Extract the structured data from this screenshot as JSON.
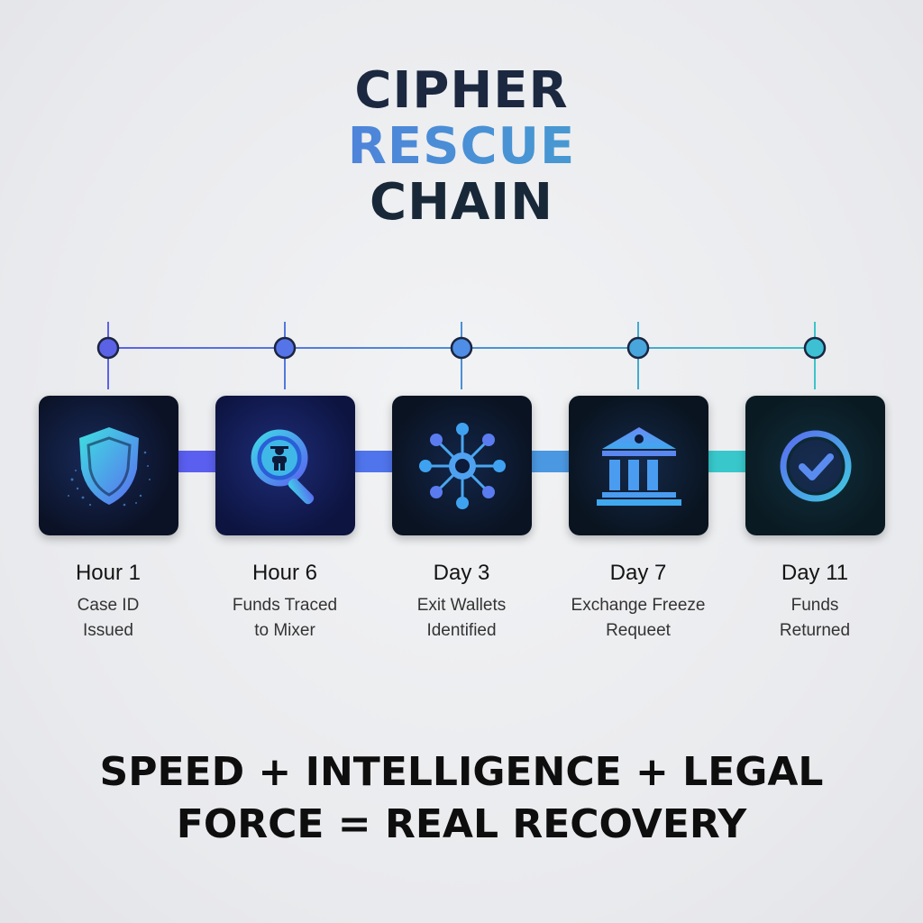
{
  "title": {
    "line1": "CIPHER",
    "line2": "RESCUE",
    "line3": "CHAIN"
  },
  "colors": {
    "title_dark": "#1b2840",
    "gradient_start": "#5b62e6",
    "gradient_end": "#3db7c4",
    "card_background": "#0c1424"
  },
  "steps": [
    {
      "time": "Hour 1",
      "line1": "Case ID",
      "line2": "Issued",
      "icon": "shield-icon"
    },
    {
      "time": "Hour 6",
      "line1": "Funds Traced",
      "line2": "to Mixer",
      "icon": "magnifier-icon"
    },
    {
      "time": "Day 3",
      "line1": "Exit Wallets",
      "line2": "Identified",
      "icon": "network-hub-icon"
    },
    {
      "time": "Day 7",
      "line1": "Exchange Freeze",
      "line2": "Requeet",
      "icon": "bank-icon"
    },
    {
      "time": "Day 11",
      "line1": "Funds",
      "line2": "Returned",
      "icon": "check-circle-icon"
    }
  ],
  "tagline": {
    "line1": "SPEED + INTELLIGENCE + LEGAL",
    "line2": "FORCE = REAL RECOVERY"
  }
}
